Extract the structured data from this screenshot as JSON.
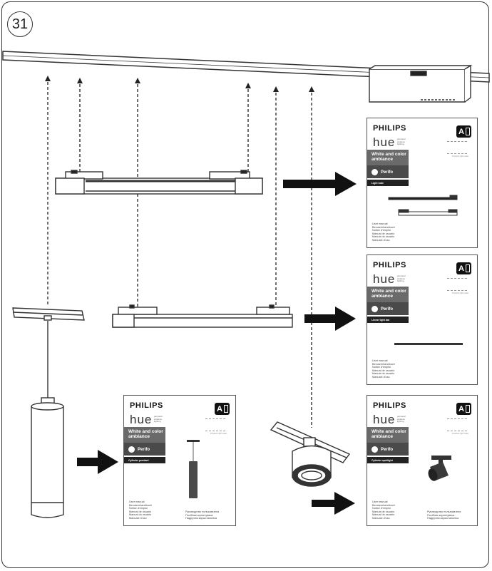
{
  "step_number": "31",
  "manuals": [
    {
      "brand": "PHILIPS",
      "logo": "hue",
      "logo_sub": "personal wireless lighting",
      "energy_label": "A",
      "qr_caption": "Product QR code",
      "band_title": "White and color ambiance",
      "product_line": "Perifo",
      "product_name": "Light tube",
      "languages": [
        "User manual",
        "Benutzerhandbuch",
        "Notice d'emploi",
        "Manual de usuario",
        "Manual do usuário",
        "Manuale d'uso"
      ]
    },
    {
      "brand": "PHILIPS",
      "logo": "hue",
      "logo_sub": "personal wireless lighting",
      "energy_label": "A",
      "qr_caption": "Product QR code",
      "band_title": "White and color ambiance",
      "product_line": "Perifo",
      "product_name": "Linear light bar",
      "languages": [
        "User manual",
        "Benutzerhandbuch",
        "Notice d'emploi",
        "Manual de usuario",
        "Manual do usuário",
        "Manuale d'uso"
      ]
    },
    {
      "brand": "PHILIPS",
      "logo": "hue",
      "logo_sub": "personal wireless lighting",
      "energy_label": "A",
      "qr_caption": "Product QR code",
      "band_title": "White and color ambiance",
      "product_line": "Perifo",
      "product_name": "Cylinder pendant",
      "languages": [
        "User manual",
        "Benutzerhandbuch",
        "Notice d'emploi",
        "Manual de usuario",
        "Manual do usuário",
        "Manuale d'uso"
      ],
      "languages_right": [
        "Руководство пользователя",
        "Посібник користувача",
        "Падручнік карыстальніка"
      ]
    },
    {
      "brand": "PHILIPS",
      "logo": "hue",
      "logo_sub": "personal wireless lighting",
      "energy_label": "A",
      "qr_caption": "Product QR code",
      "band_title": "White and color ambiance",
      "product_line": "Perifo",
      "product_name": "Cylinder spotlight",
      "languages": [
        "User manual",
        "Benutzerhandbuch",
        "Notice d'emploi",
        "Manual de usuario",
        "Manual do usuário",
        "Manuale d'uso"
      ],
      "languages_right": [
        "Руководство пользователя",
        "Посібник користувача",
        "Падручнік карыстальніка"
      ]
    }
  ]
}
